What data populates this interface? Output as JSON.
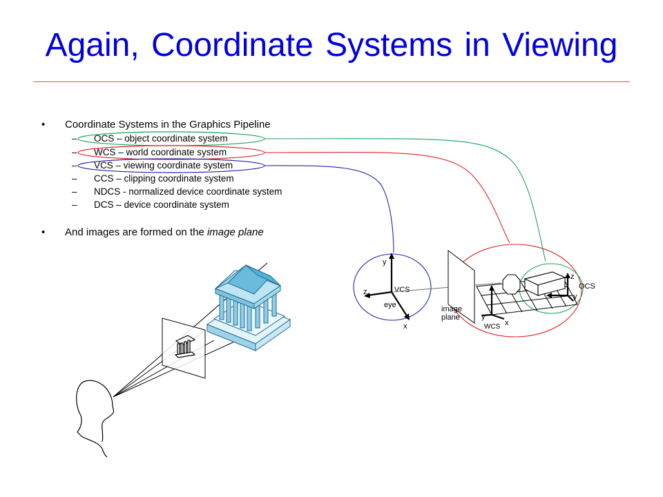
{
  "slide": {
    "title": "Again, Coordinate Systems in Viewing",
    "bullets": [
      {
        "marker": "•",
        "text": "Coordinate Systems in the Graphics Pipeline",
        "subitems": [
          {
            "marker": "–",
            "text": "OCS – object coordinate system"
          },
          {
            "marker": "–",
            "text": "WCS – world coordinate system"
          },
          {
            "marker": "–",
            "text": "VCS – viewing coordinate system"
          },
          {
            "marker": "–",
            "text": "CCS – clipping coordinate system"
          },
          {
            "marker": "–",
            "text": "NDCS - normalized device coordinate system"
          },
          {
            "marker": "–",
            "text": "DCS – device coordinate system"
          }
        ]
      },
      {
        "marker": "•",
        "text_before": "And images are formed on the ",
        "text_emphasis": "image plane"
      }
    ]
  },
  "diagram": {
    "labels": {
      "vcs": "VCS",
      "eye": "eye",
      "vcs_y": "y",
      "vcs_z": "z",
      "vcs_x": "x",
      "image_plane_line1": "image",
      "image_plane_line2": "plane",
      "wcs": "WCS",
      "wcs_y": "y",
      "wcs_x": "x",
      "ocs": "OCS",
      "ocs_z": "z",
      "ocs_y": "y"
    },
    "colors": {
      "title": "#0000e0",
      "ocs_ring": "#1aa35a",
      "wcs_ring": "#dd2222",
      "vcs_ring": "#2222aa",
      "rule": "#e2533f",
      "temple": "#4fb3d9"
    }
  }
}
